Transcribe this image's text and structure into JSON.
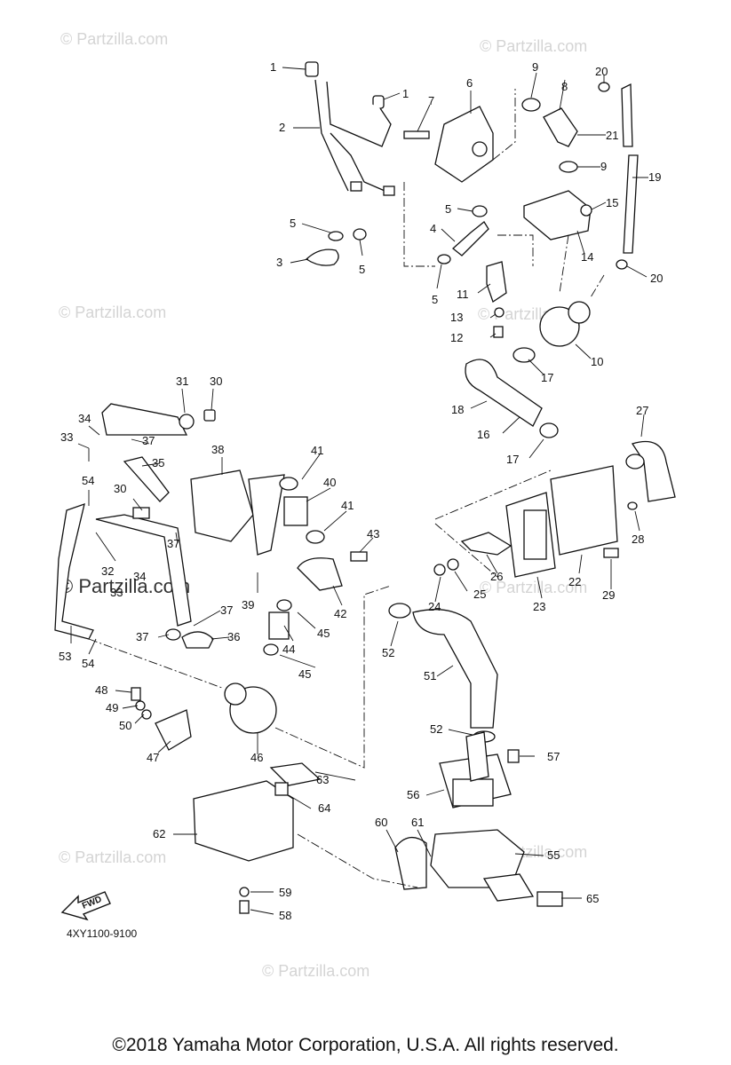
{
  "watermarks": [
    "© Partzilla.com",
    "© Partzilla.com",
    "© Partzilla.com",
    "© Partzilla.com",
    "© Partzilla.com",
    "© Partzilla.com",
    "© Partzilla.com",
    "© Partzilla.com"
  ],
  "center_watermark": "© Partzilla.com",
  "callouts": [
    "1",
    "1",
    "2",
    "3",
    "4",
    "5",
    "5",
    "5",
    "5",
    "6",
    "7",
    "8",
    "9",
    "9",
    "10",
    "11",
    "12",
    "13",
    "14",
    "15",
    "16",
    "17",
    "17",
    "18",
    "19",
    "20",
    "20",
    "21",
    "22",
    "23",
    "24",
    "25",
    "26",
    "27",
    "28",
    "29",
    "30",
    "30",
    "31",
    "32",
    "33",
    "33",
    "34",
    "34",
    "35",
    "36",
    "37",
    "37",
    "37",
    "37",
    "38",
    "39",
    "40",
    "41",
    "41",
    "42",
    "43",
    "44",
    "45",
    "45",
    "46",
    "47",
    "48",
    "49",
    "50",
    "51",
    "52",
    "52",
    "53",
    "54",
    "54",
    "55",
    "56",
    "57",
    "58",
    "59",
    "60",
    "61",
    "62",
    "63",
    "64",
    "65"
  ],
  "fwd_label": "FWD",
  "diagram_code": "4XY1100-9100",
  "copyright": "©2018 Yamaha Motor Corporation, U.S.A. All rights reserved."
}
